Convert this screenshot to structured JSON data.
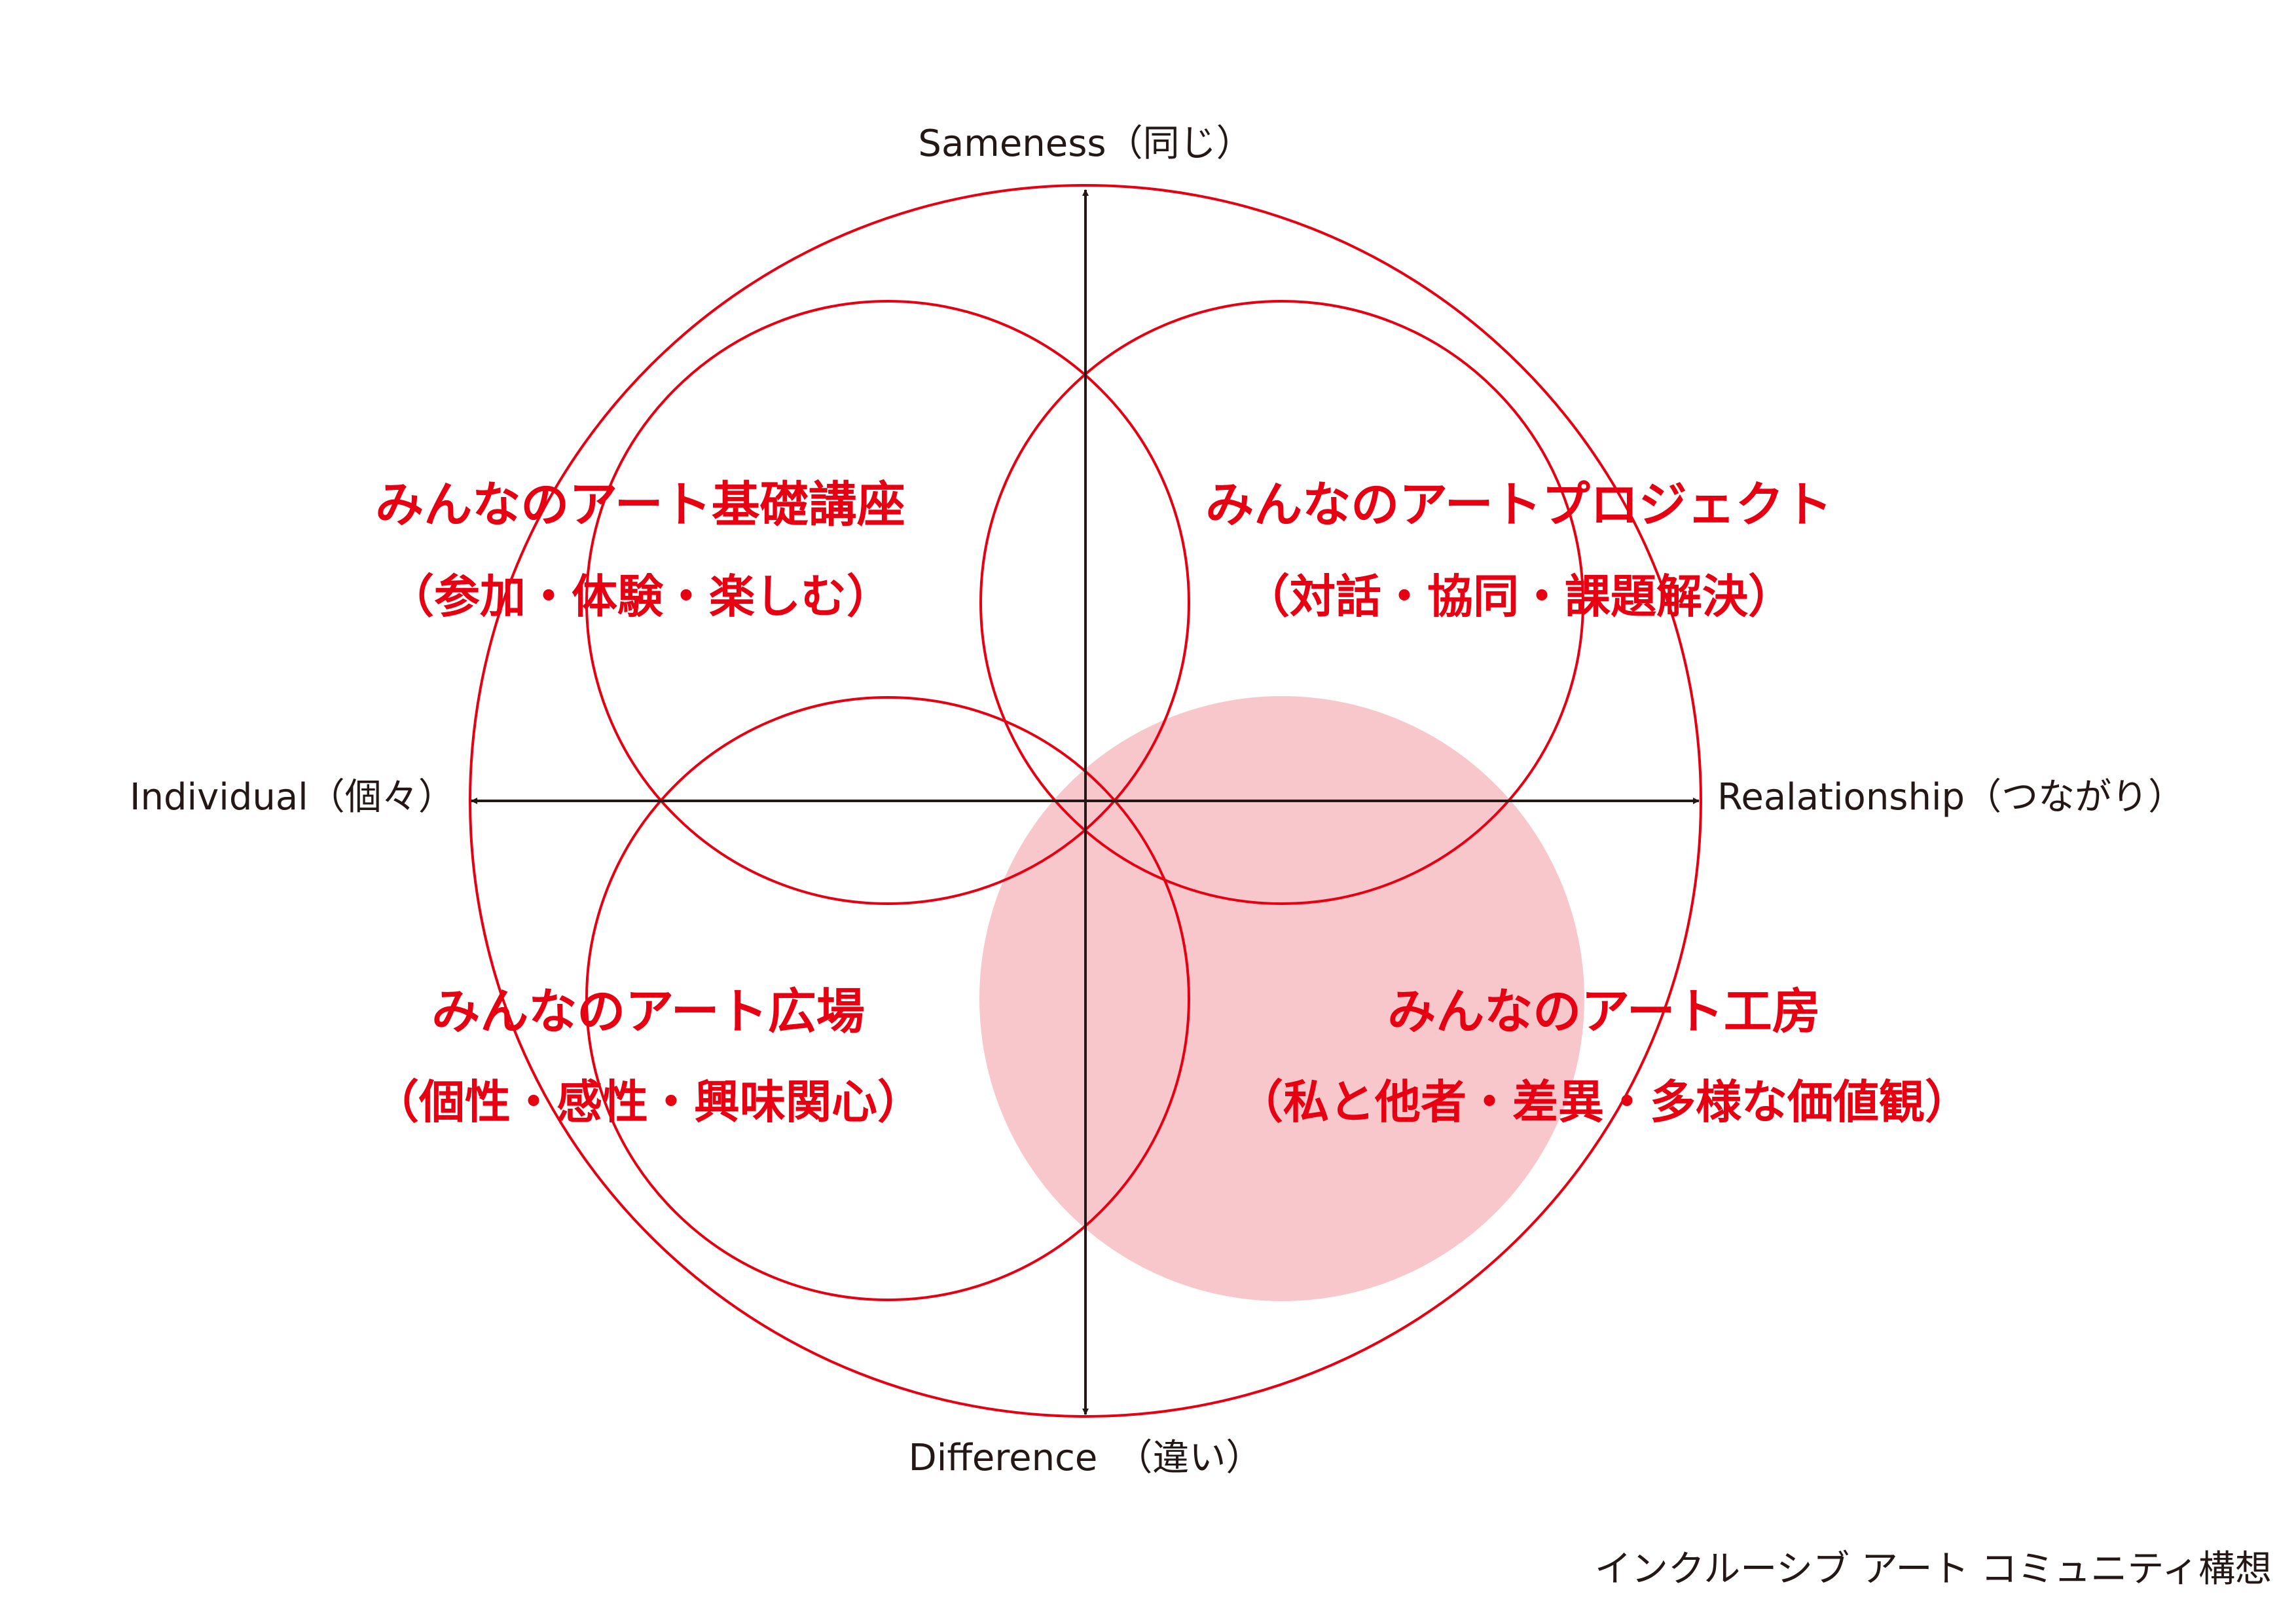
{
  "colors": {
    "accent": "#e60012",
    "fill": "#f8c7cc",
    "axis": "#231815"
  },
  "axes": {
    "top": "Sameness（同じ）",
    "bottom": "Difference　（違い）",
    "left": "Individual（個々）",
    "right": "Realationship（つながり）"
  },
  "quadrants": {
    "top_left": {
      "title": "みんなのアート基礎講座",
      "subtitle": "（参加・体験・楽しむ）"
    },
    "top_right": {
      "title": "みんなのアートプロジェクト",
      "subtitle": "（対話・協同・課題解決）"
    },
    "bottom_left": {
      "title": "みんなのアート広場",
      "subtitle": "（個性・感性・興味関心）"
    },
    "bottom_right": {
      "title": "みんなのアート工房",
      "subtitle": "（私と他者・差異・多様な価値観）"
    }
  },
  "footer": {
    "caption": "インクルーシブ アート コミュニティ構想"
  }
}
